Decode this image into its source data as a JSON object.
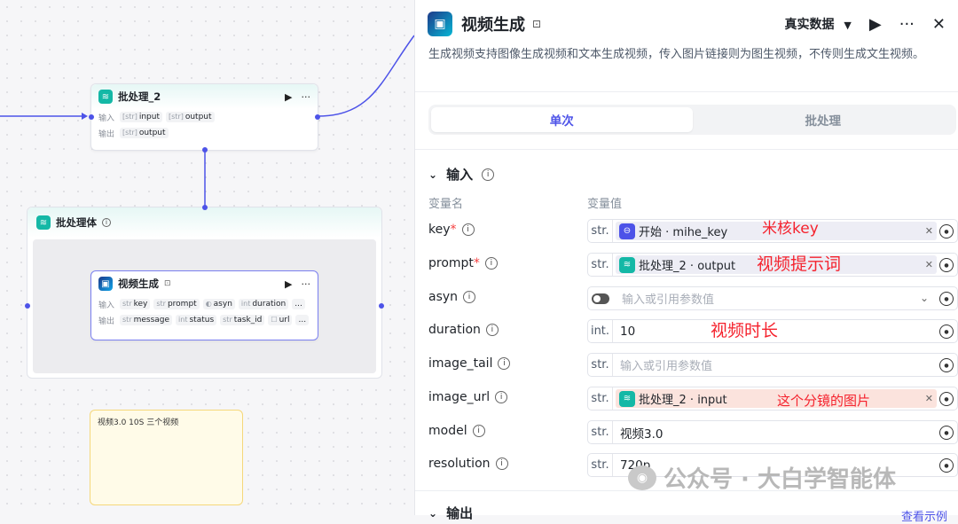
{
  "canvas": {
    "batch_node": {
      "title": "批处理_2",
      "input_label": "输入",
      "output_label": "输出",
      "inputs": [
        {
          "type": "[str]",
          "name": "input"
        },
        {
          "type": "[str]",
          "name": "output"
        }
      ],
      "outputs": [
        {
          "type": "[str]",
          "name": "output"
        }
      ]
    },
    "batch_body": {
      "title": "批处理体"
    },
    "video_node": {
      "title": "视频生成",
      "input_label": "输入",
      "output_label": "输出",
      "inputs": [
        {
          "type": "str",
          "name": "key"
        },
        {
          "type": "str",
          "name": "prompt"
        },
        {
          "type": "",
          "name": "asyn"
        },
        {
          "type": "int",
          "name": "duration"
        },
        {
          "type": "",
          "name": "..."
        }
      ],
      "outputs": [
        {
          "type": "str",
          "name": "message"
        },
        {
          "type": "int",
          "name": "status"
        },
        {
          "type": "str",
          "name": "task_id"
        },
        {
          "type": "",
          "name": "url"
        },
        {
          "type": "",
          "name": "..."
        }
      ]
    },
    "note": {
      "text": "视频3.0 10S 三个视频"
    }
  },
  "panel": {
    "title": "视频生成",
    "mode": "真实数据",
    "description": "生成视频支持图像生成视频和文本生成视频，传入图片链接则为图生视频，不传则生成文生视频。",
    "tabs": [
      {
        "label": "单次",
        "active": true
      },
      {
        "label": "批处理",
        "active": false
      }
    ],
    "inputs_section": {
      "title": "输入",
      "col_name": "变量名",
      "col_value": "变量值",
      "rows": [
        {
          "name": "key",
          "required": true,
          "type": "str.",
          "kind": "ref",
          "ref_node": "开始",
          "ref_var": "mihe_key",
          "annotation": "米核key"
        },
        {
          "name": "prompt",
          "required": true,
          "type": "str.",
          "kind": "ref",
          "ref_node": "批处理_2",
          "ref_var": "output",
          "annotation": "视频提示词"
        },
        {
          "name": "asyn",
          "required": false,
          "type": "",
          "kind": "toggle",
          "placeholder": "输入或引用参数值"
        },
        {
          "name": "duration",
          "required": false,
          "type": "int.",
          "kind": "value",
          "value": "10",
          "annotation": "视频时长"
        },
        {
          "name": "image_tail",
          "required": false,
          "type": "str.",
          "kind": "placeholder",
          "placeholder": "输入或引用参数值"
        },
        {
          "name": "image_url",
          "required": false,
          "type": "str.",
          "kind": "ref",
          "ref_node": "批处理_2",
          "ref_var": "input",
          "annotation": "这个分镜的图片"
        },
        {
          "name": "model",
          "required": false,
          "type": "str.",
          "kind": "value",
          "value": "视频3.0"
        },
        {
          "name": "resolution",
          "required": false,
          "type": "str.",
          "kind": "value",
          "value": "720p"
        }
      ]
    },
    "outputs_section": {
      "title": "输出",
      "link": "查看示例"
    },
    "watermark": "公众号 · 大白学智能体"
  },
  "icons": [
    "batch-icon",
    "video-icon",
    "play-icon",
    "more-icon",
    "close-icon",
    "info-icon",
    "chevron-down-icon",
    "variable-icon",
    "clear-icon",
    "dropdown-caret-icon",
    "wechat-logo-icon"
  ],
  "colors": {
    "accent": "#4d53e8",
    "teal": "#14b8a6",
    "annotation": "#f5222d"
  }
}
